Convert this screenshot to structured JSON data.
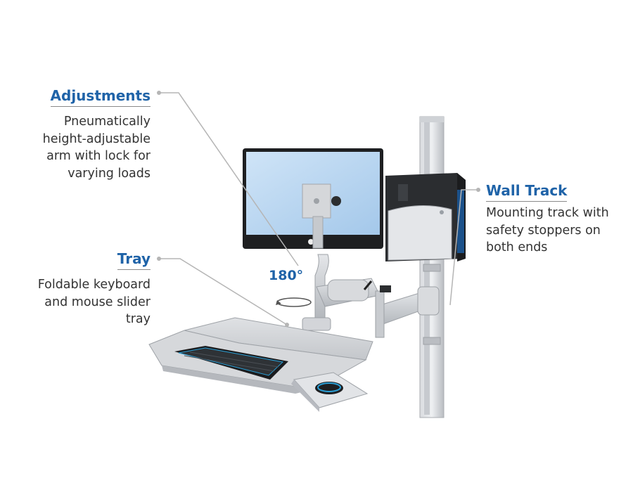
{
  "callouts": {
    "adjustments": {
      "title": "Adjustments",
      "lines": [
        "Pneumatically",
        "height-adjustable",
        "arm with lock for",
        "varying loads"
      ]
    },
    "tray": {
      "title": "Tray",
      "lines": [
        "Foldable keyboard",
        "and mouse slider",
        "tray"
      ]
    },
    "wall_track": {
      "title": "Wall Track",
      "lines": [
        "Mounting track with",
        "safety stoppers on",
        "both ends"
      ]
    }
  },
  "rotation_label": "180°",
  "colors": {
    "title_blue": "#1f63a8",
    "body_text": "#333333",
    "leader_line": "#b5b5b5",
    "metal": "#c9ccd0",
    "screen": "#b8d6f2"
  }
}
